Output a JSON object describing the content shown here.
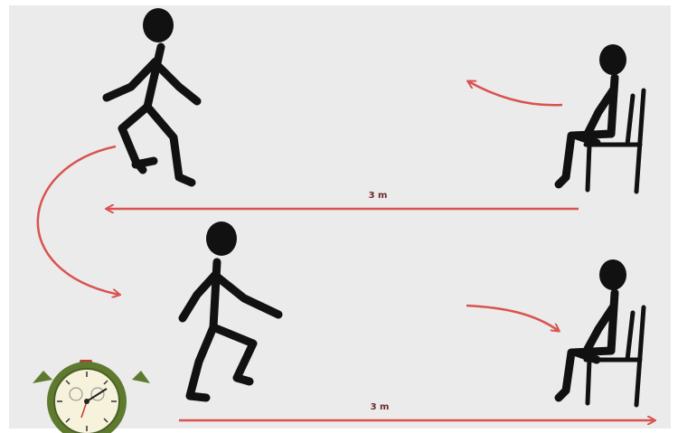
{
  "diagram": {
    "top_distance_label": "3 m",
    "bottom_distance_label": "3 m"
  },
  "colors": {
    "background": "#ebebeb",
    "figure": "#111111",
    "arrow": "#d9534f",
    "stopwatch_body": "#5e7a2f",
    "stopwatch_face": "#f6f2dc",
    "stopwatch_button": "#c0392b"
  },
  "icons": [
    "stick-figure-walking",
    "stick-figure-sitting",
    "chair-icon",
    "stopwatch-icon",
    "arrow-icon"
  ]
}
